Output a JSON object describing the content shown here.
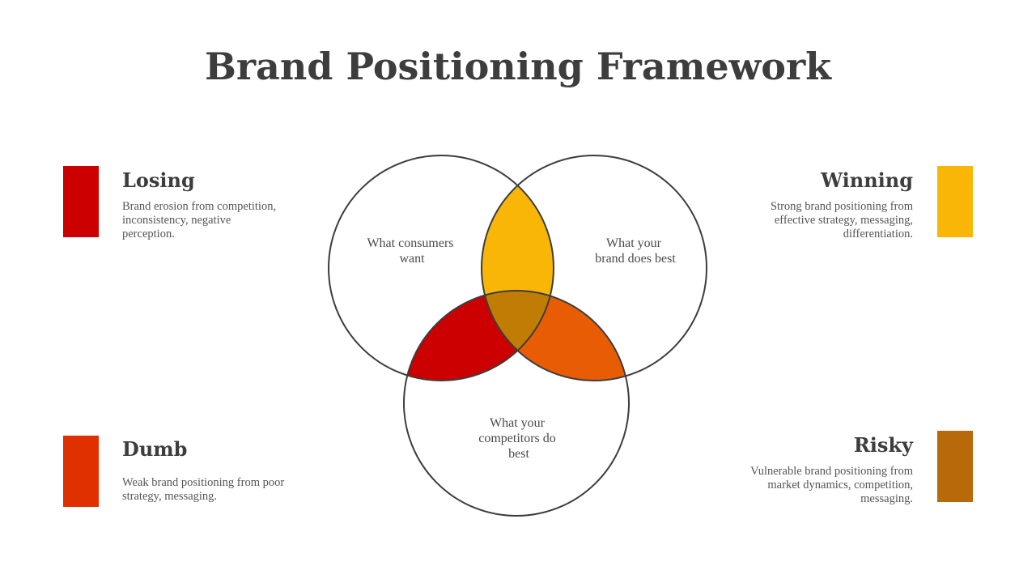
{
  "title": "Brand Positioning Framework",
  "colors": {
    "losing": "#cc0000",
    "winning": "#f9b607",
    "dumb": "#e03000",
    "risky": "#b8690a",
    "overlap_consumers_brand": "#f9b607",
    "overlap_consumers_competitors": "#cc0000",
    "overlap_brand_competitors": "#e85d04",
    "overlap_center": "#c07c04",
    "outline": "#3d3d3d"
  },
  "venn": {
    "consumers": [
      "What consumers",
      "want"
    ],
    "brand": [
      "What your",
      "brand does best"
    ],
    "competitors": [
      "What your",
      "competitors do",
      "best"
    ]
  },
  "quadrants": {
    "losing": {
      "heading": "Losing",
      "lines": [
        "Brand erosion from competition,",
        "inconsistency, negative",
        "perception."
      ]
    },
    "winning": {
      "heading": "Winning",
      "lines": [
        "Strong brand positioning from",
        "effective strategy, messaging,",
        "differentiation."
      ]
    },
    "dumb": {
      "heading": "Dumb",
      "lines": [
        "Weak brand positioning from poor",
        "strategy, messaging."
      ]
    },
    "risky": {
      "heading": "Risky",
      "lines": [
        "Vulnerable brand positioning from",
        "market dynamics, competition,",
        "messaging."
      ]
    }
  }
}
